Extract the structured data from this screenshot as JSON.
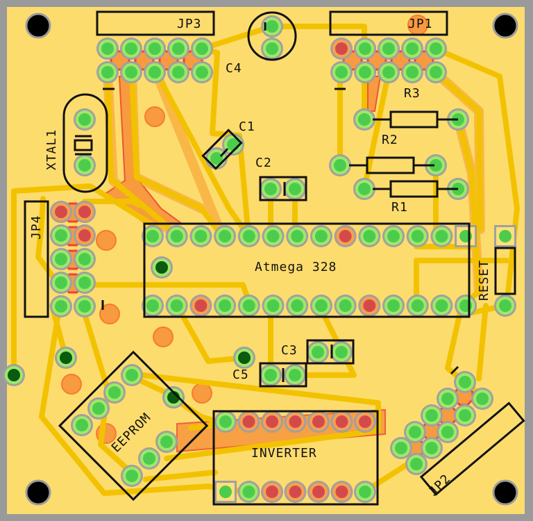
{
  "colors": {
    "frame": "#9a9a9a",
    "board": "#fddc6e",
    "trace": "#f2c200",
    "trace_edge": "#f7a030",
    "copper_fill": "#f79a40",
    "copper_fill_dark": "#ee5533",
    "pad_ring": "#a0a0a0",
    "pad_green": "#4ccc4c",
    "pad_green_light": "#9ee86a",
    "pad_red": "#d44a4a",
    "pad_dark": "#0a5a10",
    "silk": "#111111",
    "hole": "#000000"
  },
  "labels": {
    "jp3": "JP3",
    "jp1": "JP1",
    "jp4": "JP4",
    "jp2": "JP2",
    "c4": "C4",
    "c1": "C1",
    "c2": "C2",
    "c3": "C3",
    "c5": "C5",
    "r1": "R1",
    "r2": "R2",
    "r3": "R3",
    "xtal": "XTAL1",
    "mcu": "Atmega 328",
    "eeprom": "EEPROM",
    "inverter": "INVERTER",
    "reset": "RESET"
  },
  "components": {
    "mcu_pins_top": [
      "g",
      "g",
      "g",
      "g",
      "g",
      "g",
      "g",
      "g",
      "r",
      "g",
      "g",
      "g",
      "g",
      "sq"
    ],
    "mcu_pins_bottom": [
      "g",
      "g",
      "r",
      "g",
      "g",
      "g",
      "g",
      "g",
      "g",
      "r",
      "g",
      "g",
      "g",
      "g"
    ],
    "inverter_pins_top": [
      "g",
      "r",
      "r",
      "r",
      "r",
      "r",
      "r"
    ],
    "inverter_pins_bottom": [
      "sq",
      "g",
      "r",
      "r",
      "r",
      "r",
      "g"
    ],
    "jp3_top": [
      "g",
      "g",
      "g",
      "g",
      "g"
    ],
    "jp3_bottom": [
      "g",
      "g",
      "g",
      "g",
      "g"
    ],
    "jp1_top": [
      "r",
      "g",
      "g",
      "g",
      "g"
    ],
    "jp1_bottom": [
      "g",
      "g",
      "g",
      "g",
      "g"
    ],
    "jp4_left": [
      "r",
      "g",
      "g",
      "g",
      "g"
    ],
    "jp4_right": [
      "r",
      "r",
      "g",
      "g",
      "g"
    ]
  }
}
